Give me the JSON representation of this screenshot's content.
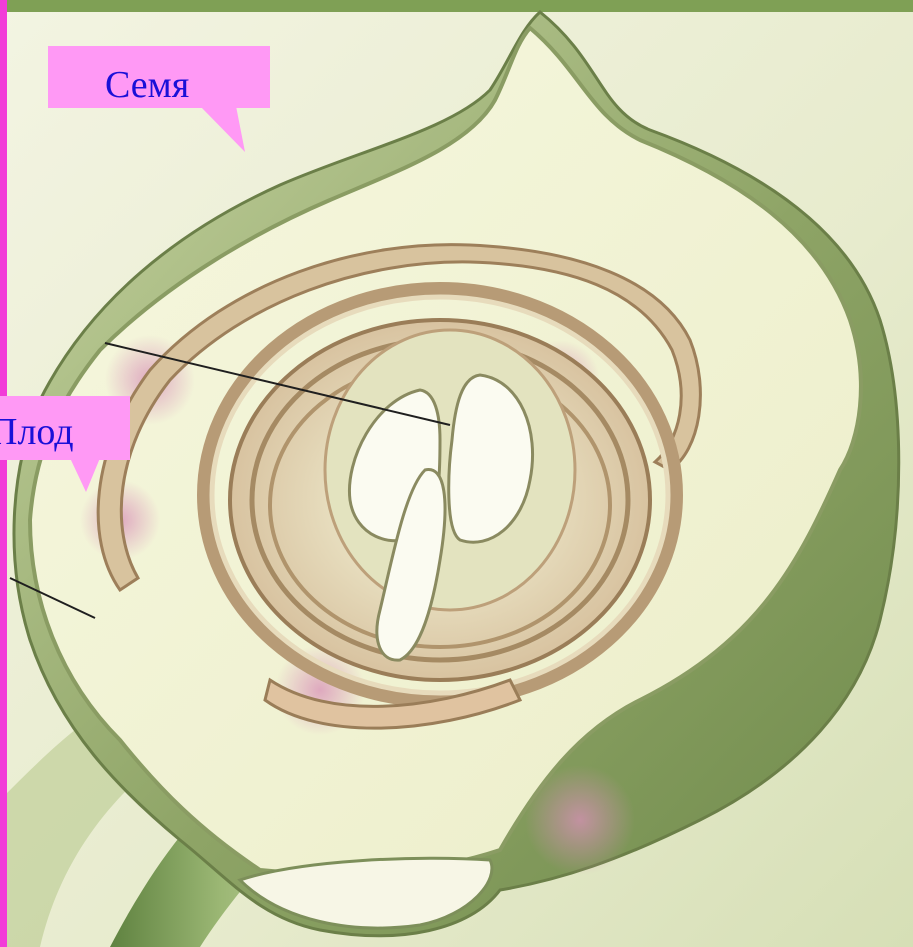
{
  "callouts": {
    "seed": "Семя",
    "fruit": "Плод"
  },
  "colors": {
    "callout_fill": "#ff99f5",
    "callout_text": "#1a10d8",
    "frame_magenta": "#f23cd8",
    "flesh": "#f2f3d4",
    "peel": "#8fa66c",
    "seed_ring": "#d6be9a",
    "embryo": "#fbfbf1"
  },
  "icons": {
    "seed_callout": "speech-bubble",
    "fruit_callout": "speech-bubble"
  }
}
